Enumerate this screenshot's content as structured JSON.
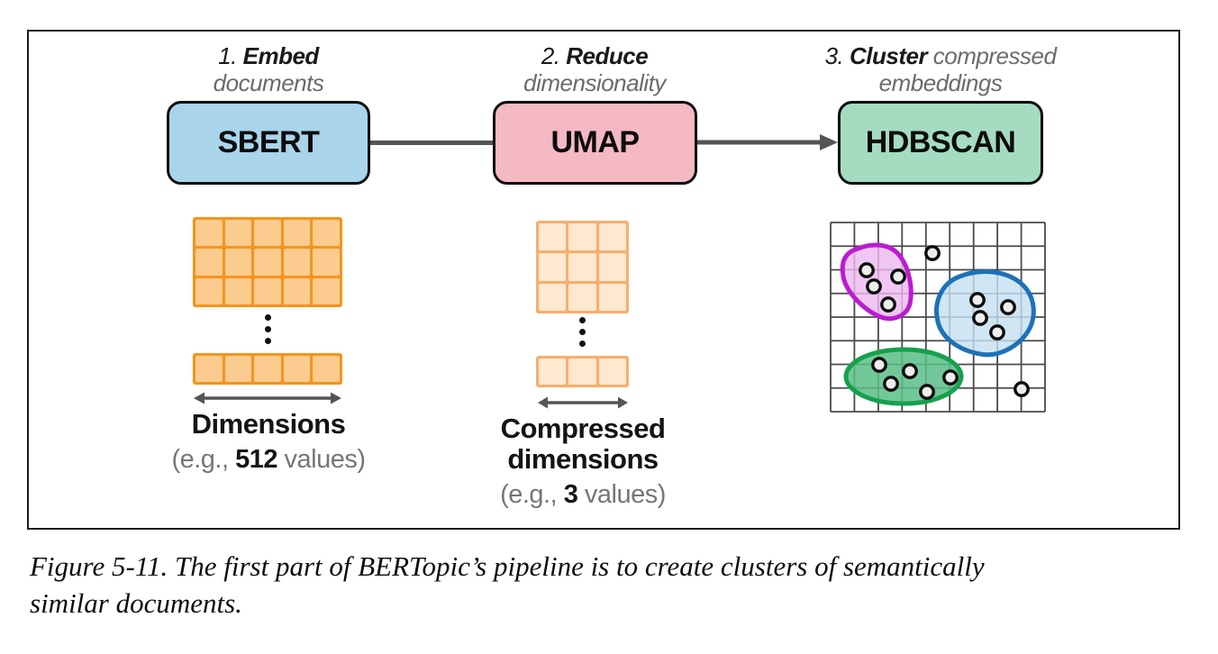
{
  "pipeline": {
    "steps": [
      {
        "index": "1.",
        "verb": "Embed",
        "line1_rest": "",
        "line2": "documents",
        "box": "SBERT"
      },
      {
        "index": "2.",
        "verb": "Reduce",
        "line1_rest": "",
        "line2": "dimensionality",
        "box": "UMAP"
      },
      {
        "index": "3.",
        "verb": "Cluster",
        "line1_rest": "compressed",
        "line2": "embeddings",
        "box": "HDBSCAN"
      }
    ],
    "box_colors": {
      "sbert": "#aad4ea",
      "umap": "#f4b9c2",
      "hdbscan": "#a5dcc1"
    },
    "connector_color": "#545454"
  },
  "embedding_matrix": {
    "rows": 3,
    "columns": 5,
    "cell_color": "#fbcb90",
    "border_color": "#f5941d",
    "label": "Dimensions",
    "example_prefix": "(e.g., ",
    "example_value": "512",
    "example_suffix": " values)"
  },
  "compressed_matrix": {
    "rows": 3,
    "columns": 3,
    "cell_color": "#fde8d0",
    "border_color": "#f7af6d",
    "label_line1": "Compressed",
    "label_line2": "dimensions",
    "example_prefix": "(e.g., ",
    "example_value": "3",
    "example_suffix": " values)"
  },
  "cluster_plot": {
    "grid": {
      "columns": 9,
      "rows": 8,
      "line_color": "#4a4a4a"
    },
    "clusters": [
      {
        "name": "magenta-cluster",
        "stroke": "#bb1cd1",
        "fill": "#ecb9f0",
        "point_count": 4
      },
      {
        "name": "blue-cluster",
        "stroke": "#1d72b8",
        "fill": "#c6e0f2",
        "point_count": 4
      },
      {
        "name": "green-cluster",
        "stroke": "#17a04e",
        "fill": "#5abe87",
        "point_count": 5
      }
    ],
    "noise_point_count": 2,
    "point_style": {
      "fill": "#ededed",
      "stroke": "#0c0c0c"
    }
  },
  "caption": {
    "line1": "Figure 5-11. The first part of BERTopic’s pipeline is to create clusters of semantically",
    "line2": "similar documents."
  }
}
